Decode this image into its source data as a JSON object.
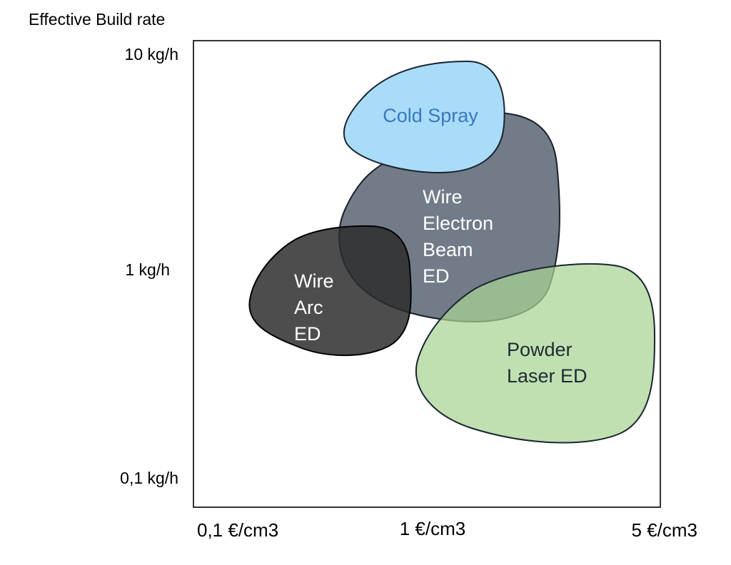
{
  "diagram": {
    "y_axis_title": "Effective Build rate",
    "y_ticks": [
      "10 kg/h",
      "1 kg/h",
      "0,1 kg/h"
    ],
    "x_ticks": [
      "0,1 €/cm3",
      "1 €/cm3",
      "5 €/cm3"
    ],
    "regions": [
      {
        "id": "wire-electron-beam",
        "lines": [
          "Wire",
          "Electron",
          "Beam",
          "ED"
        ],
        "fill": "#4a5666",
        "text_color": "#ffffff"
      },
      {
        "id": "cold-spray",
        "lines": [
          "Cold Spray"
        ],
        "fill": "#a9dcf8",
        "text_color": "#3a78c2"
      },
      {
        "id": "wire-arc",
        "lines": [
          "Wire",
          "Arc",
          "ED"
        ],
        "fill": "#2b2b2b",
        "text_color": "#ffffff"
      },
      {
        "id": "powder-laser",
        "lines": [
          "Powder",
          "Laser ED"
        ],
        "fill": "#b9dca9",
        "text_color": "#1f2a33"
      }
    ]
  }
}
